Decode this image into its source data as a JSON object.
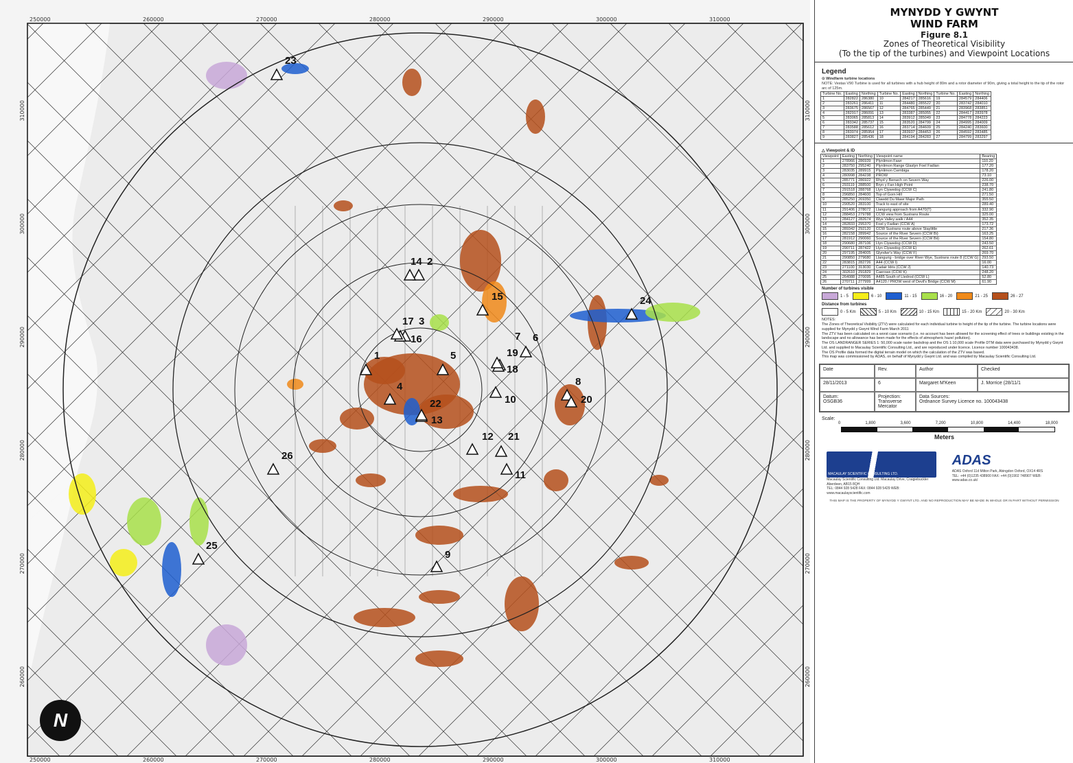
{
  "map": {
    "top_eastings": [
      "250000",
      "260000",
      "270000",
      "280000",
      "290000",
      "300000",
      "310000"
    ],
    "bottom_eastings": [
      "250000",
      "260000",
      "270000",
      "280000",
      "290000",
      "300000",
      "310000"
    ],
    "left_northings": [
      "310000",
      "300000",
      "290000",
      "280000",
      "270000",
      "260000"
    ],
    "right_northings": [
      "310000",
      "300000",
      "290000",
      "280000",
      "270000",
      "260000"
    ],
    "north_arrow": "N",
    "viewpoint_labels": [
      {
        "label": "1"
      },
      {
        "label": "2"
      },
      {
        "label": "3"
      },
      {
        "label": "4"
      },
      {
        "label": "5"
      },
      {
        "label": "6"
      },
      {
        "label": "7"
      },
      {
        "label": "8"
      },
      {
        "label": "9"
      },
      {
        "label": "10"
      },
      {
        "label": "11"
      },
      {
        "label": "12"
      },
      {
        "label": "13"
      },
      {
        "label": "14"
      },
      {
        "label": "15"
      },
      {
        "label": "16"
      },
      {
        "label": "17"
      },
      {
        "label": "18"
      },
      {
        "label": "19"
      },
      {
        "label": "20"
      },
      {
        "label": "21"
      },
      {
        "label": "22"
      },
      {
        "label": "23"
      },
      {
        "label": "24"
      },
      {
        "label": "25"
      },
      {
        "label": "26"
      }
    ]
  },
  "panel": {
    "title_line1": "MYNYDD Y GWYNT",
    "title_line2": "WIND FARM",
    "figure": "Figure 8.1",
    "subtitle1": "Zones of Theoretical Visibility",
    "subtitle2": "(To the tip of the turbines) and Viewpoint Locations",
    "legend_title": "Legend",
    "turbine_heading": "Windfarm turbine locations",
    "turbine_note": "NOTE: Vestas V90 Turbine is used for all turbines with a hub height of 80m and a rotor diameter of 90m, giving a total height to the tip of the rotor arc of 125m.",
    "turbine_headers": [
      "Turbine No.",
      "Easting",
      "Northing",
      "Turbine No.",
      "Easting",
      "Northing",
      "Turbine No.",
      "Easting",
      "Northing"
    ],
    "turbine_rows": [
      [
        "1",
        "282822",
        "286380",
        "10",
        "284217",
        "285616",
        "19",
        "284579",
        "284406"
      ],
      [
        "2",
        "283261",
        "286411",
        "11",
        "284480",
        "285522",
        "20",
        "283742",
        "284010"
      ],
      [
        "3",
        "283675",
        "286567",
        "12",
        "284765",
        "285449",
        "21",
        "283968",
        "283851"
      ],
      [
        "4",
        "282917",
        "286091",
        "13",
        "283387",
        "285055",
        "22",
        "284417",
        "283978"
      ],
      [
        "5",
        "283065",
        "285813",
        "14",
        "283912",
        "285049",
        "23",
        "284778",
        "284223"
      ],
      [
        "6",
        "283342",
        "285737",
        "15",
        "283520",
        "284799",
        "24",
        "284995",
        "284009"
      ],
      [
        "7",
        "283588",
        "285612",
        "16",
        "283714",
        "284609",
        "25",
        "284240",
        "283600"
      ],
      [
        "8",
        "283974",
        "285954",
        "17",
        "283937",
        "284453",
        "26",
        "284592",
        "283485"
      ],
      [
        "9",
        "283827",
        "285436",
        "18",
        "284194",
        "284283",
        "27",
        "284799",
        "283297"
      ]
    ],
    "viewpoint_heading": "Viewpoint & ID",
    "viewpoint_headers": [
      "Viewpoint",
      "Easting",
      "Northing",
      "Viewpoint name",
      "Bearing"
    ],
    "viewpoint_rows": [
      [
        "1",
        "278966",
        "286939",
        "Plynlimon Fawr",
        "110.20"
      ],
      [
        "2",
        "283750",
        "295240",
        "Plynlimon Range Glaslyn Foel Fadian",
        "177.20"
      ],
      [
        "3",
        "283035",
        "289915",
        "Plynlimon Cwmbiga",
        "178.20"
      ],
      [
        "4",
        "280998",
        "284238",
        "PROW",
        "73.10"
      ],
      [
        "5",
        "285771",
        "286922",
        "Rhyd y Benwch on Severn Way",
        "226.00"
      ],
      [
        "6",
        "293119",
        "288500",
        "Bryn y Fan High Point",
        "238.70"
      ],
      [
        "7",
        "291518",
        "288768",
        "Llyn Clywedog (CCW C)",
        "241.80"
      ],
      [
        "8",
        "296850",
        "284600",
        "Top of Gorn Hill",
        "271.50"
      ],
      [
        "9",
        "285250",
        "269350",
        "Clawdd Du Mawr Major Path",
        "355.50"
      ],
      [
        "10",
        "290520",
        "283100",
        "Track to east of site",
        "289.40"
      ],
      [
        "11",
        "291406",
        "278072",
        "Llangurig approach from A470(T)",
        "332.90"
      ],
      [
        "12",
        "288453",
        "279788",
        "CCW view from Sustrans Route",
        "325.00"
      ],
      [
        "13",
        "284127",
        "282674",
        "Wye Valley walk / A44",
        "352.35"
      ],
      [
        "14",
        "282833",
        "295370",
        "Foel y Fadian (CCW A)",
        "173.72"
      ],
      [
        "15",
        "289342",
        "292120",
        "CCW Sustrans route above Staylittle",
        "217.36"
      ],
      [
        "16",
        "282158",
        "289942",
        "Source of the River Severn (CCW Bi)",
        "163.25"
      ],
      [
        "17",
        "281912",
        "290060",
        "Source of the River Severn (CCW Bii)",
        "154.80"
      ],
      [
        "18",
        "290680",
        "287106",
        "Llyn Clywedog (CCW D)",
        "243.50"
      ],
      [
        "19",
        "290711",
        "287422",
        "Llyn Clywedog (CCW E)",
        "262.61"
      ],
      [
        "20",
        "297195",
        "284005",
        "Glyndwr's Way (CCW F)",
        "269.70"
      ],
      [
        "21",
        "290850",
        "279680",
        "Llangurig - bridge over River Wye, Sustrans route 8 (CCW G)",
        "293.50"
      ],
      [
        "22",
        "283815",
        "282726",
        "A44 (CCW I)",
        "16.00"
      ],
      [
        "23",
        "271100",
        "313030",
        "Cadair Idris (CCW J)",
        "140.73"
      ],
      [
        "24",
        "302610",
        "291829",
        "Caersws (CCW K)",
        "248.20"
      ],
      [
        "25",
        "264088",
        "270095",
        "A485 South of Lledrod (CCW L)",
        "52.80"
      ],
      [
        "26",
        "270711",
        "277999",
        "A4120 / PROW west of Devil's Bridge (CCW M)",
        "61.90"
      ]
    ],
    "turbines_visible_heading": "Number of turbines visible",
    "turbines_visible": [
      {
        "label": "1 - 5",
        "color": "#c8a8d8"
      },
      {
        "label": "6 - 10",
        "color": "#f5ee1a"
      },
      {
        "label": "11 - 15",
        "color": "#1f5fd0"
      },
      {
        "label": "16 - 20",
        "color": "#a8e04a"
      },
      {
        "label": "21 - 25",
        "color": "#f08a1a"
      },
      {
        "label": "26 - 27",
        "color": "#b5501c"
      }
    ],
    "distance_heading": "Distance from turbines",
    "distances": [
      "0 - 5 Km",
      "5 - 10 Km",
      "10 - 15 Km",
      "15 - 20 Km",
      "20 - 30 Km"
    ],
    "notes_heading": "NOTES:",
    "notes": [
      "The Zones of Theoretical Visibility (ZTV) were calculated for each individual turbine to height of the tip of the turbine. The turbine locations were supplied for Mynydd y Gwynt Wind Farm March 2011",
      "The ZTV has been calculated on a worst case scenario (i.e. no account has been allowed for the screening effect of trees or buildings existing in the landscape and no allowance has been made for the effects of atmospheric haze/ pollution).",
      "The OS LANDRANGER SERIES 1: 50,000 scale raster backdrop and the OS 1:10,000 scale Profile DTM data were purchased by Mynydd y Gwynt Ltd. and supplied to Macaulay Scientific Consulting Ltd., and are reproduced under licence. Licence number 100043438.",
      "The OS Profile data formed the digital terrain model on which the calculation of the ZTV was based.",
      "This map was commissioned by ADAS, on behalf of Mynydd y Gwynt Ltd. and was compiled by Macaulay Scientific Consulting Ltd."
    ],
    "info": {
      "date_label": "Date",
      "rev_label": "Rev.",
      "author_label": "Author",
      "checked_label": "Checked",
      "date": "28/11/2013",
      "rev": "6",
      "author": "Margaret M'Keen",
      "checked": "J. Morrice (28/11/1",
      "datum_label": "Datum:",
      "datum": "OSGB36",
      "projection_label": "Projection:",
      "projection": "Transverse Mercator",
      "sources_label": "Data Sources:",
      "sources": "Ordnance Survey Licence no. 100043438"
    },
    "scale_label": "Scale:",
    "scale_ticks": [
      "0",
      "1,800",
      "3,600",
      "7,200",
      "10,800",
      "14,400",
      "18,000"
    ],
    "scale_unit": "Meters",
    "logo_left_name": "MACAULAY SCIENTIFIC CONSULTING LTD.",
    "logo_left_address": "Macaulay Scientific Consulting Ltd. Macaulay Drive, Craigiebuckler Aberdeen, AB15 8QH",
    "logo_left_contact": "TEL: 0844 928 5428 FAX: 0844 928 5429 WEB: www.macaulayscientific.com",
    "logo_right_name": "ADAS",
    "logo_right_address": "ADAS Oxford 11d Milton Park, Abingdon Oxford, OX14 4RS",
    "logo_right_contact": "TEL: +44 (0)1235 438900 FAX: +44 (0)1902 748907 WEB: www.adas.co.uk/",
    "footer": "THIS MAP IS THE PROPERTY OF MYNYDD Y GWYNT LTD. AND NO REPRODUCTION MAY BE MADE IN WHOLE OR IN PART WITHOUT PERMISSION"
  }
}
